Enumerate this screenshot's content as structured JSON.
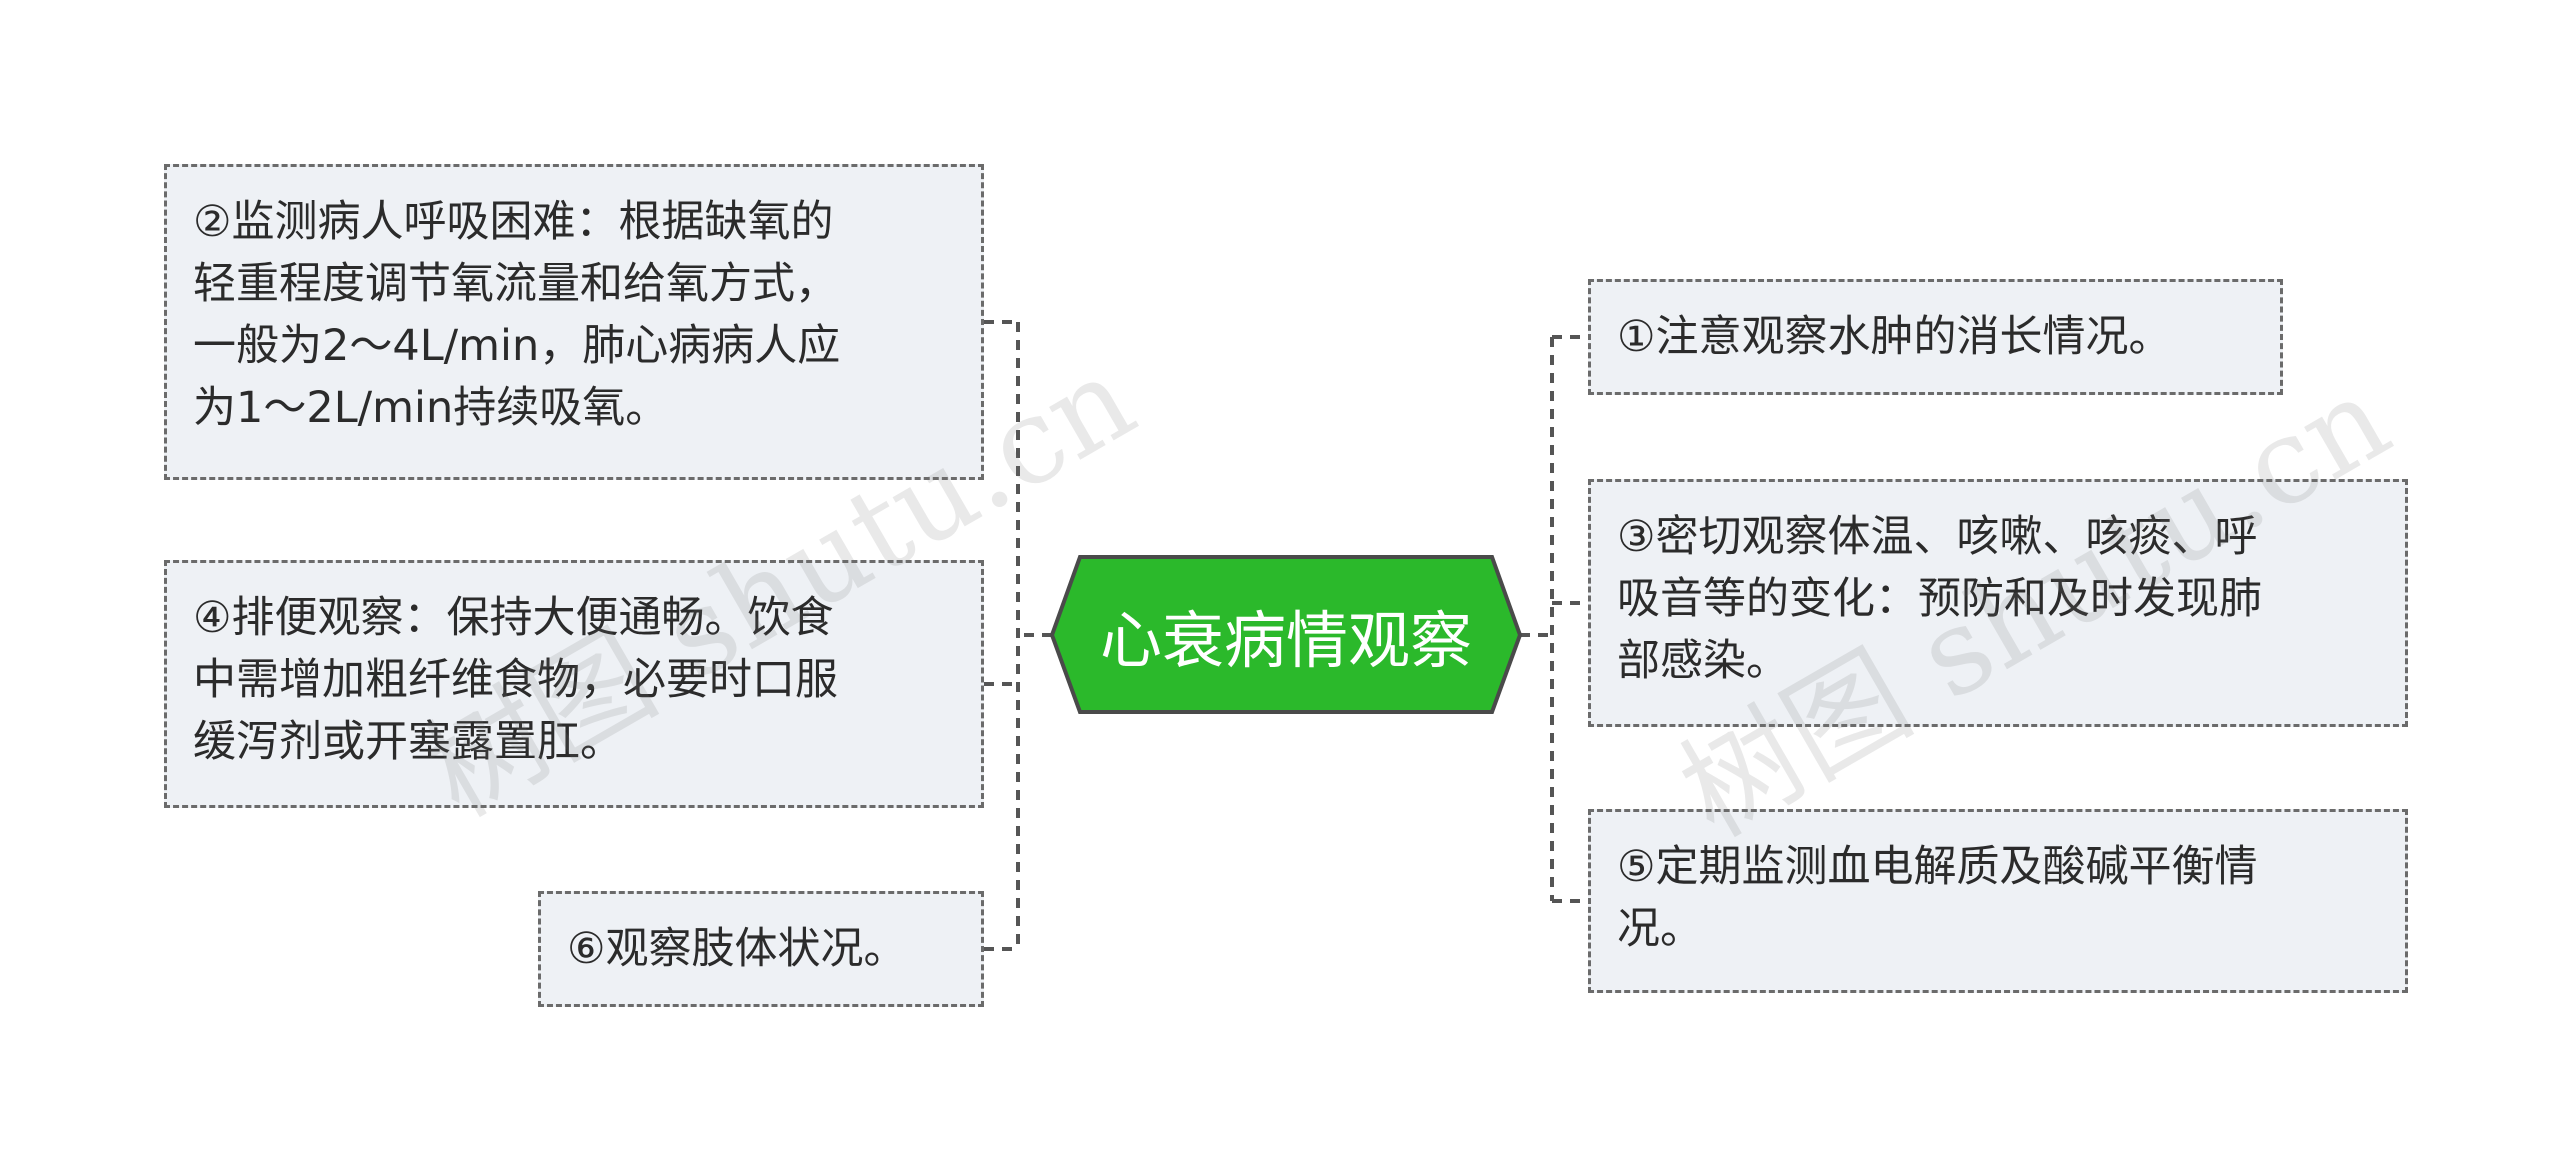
{
  "center": {
    "label": "心衰病情观察",
    "color": "#2bb92b"
  },
  "nodes": [
    {
      "id": "n1",
      "text": "①注意观察水肿的消长情况。"
    },
    {
      "id": "n2",
      "text": "②监测病人呼吸困难：根据缺氧的\n轻重程度调节氧流量和给氧方式，\n一般为2～4L/min，肺心病病人应\n为1～2L/min持续吸氧。"
    },
    {
      "id": "n3",
      "text": "③密切观察体温、咳嗽、咳痰、呼\n吸音等的变化：预防和及时发现肺\n部感染。"
    },
    {
      "id": "n4",
      "text": "④排便观察：保持大便通畅。饮食\n中需增加粗纤维食物，必要时口服\n缓泻剂或开塞露置肛。"
    },
    {
      "id": "n5",
      "text": "⑤定期监测血电解质及酸碱平衡情\n况。"
    },
    {
      "id": "n6",
      "text": "⑥观察肢体状况。"
    }
  ],
  "watermark": "树图 shutu.cn"
}
